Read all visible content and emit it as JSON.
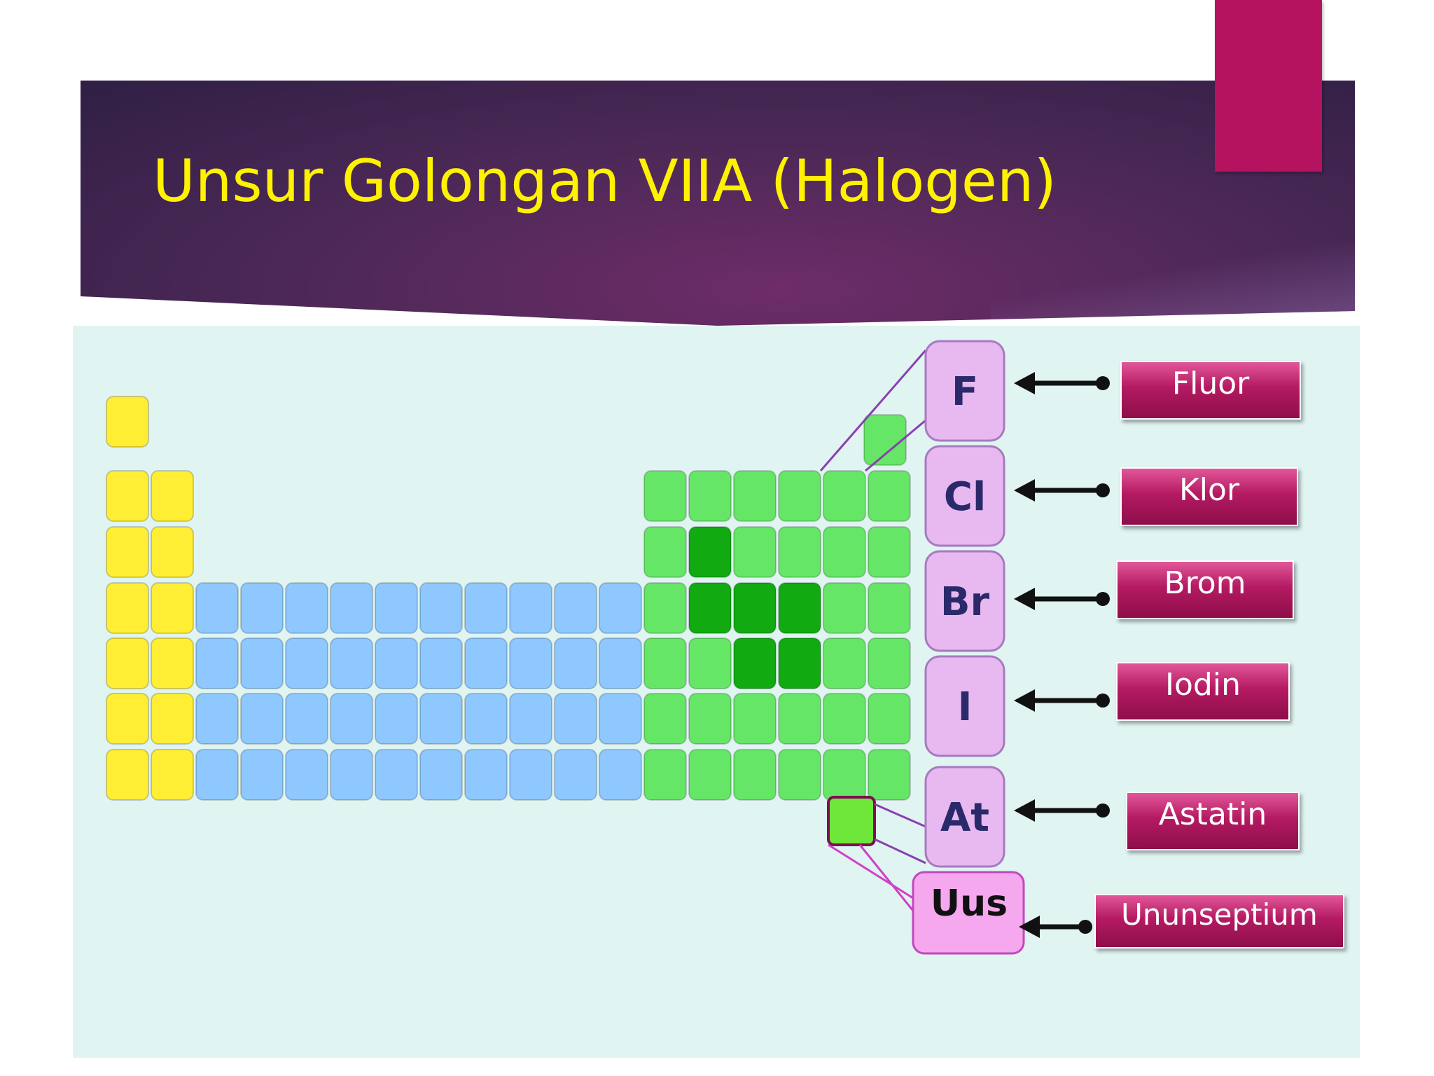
{
  "slide": {
    "title": "Unsur Golongan VIIA (Halogen)"
  },
  "elements": [
    {
      "symbol": "F",
      "name": "Fluor"
    },
    {
      "symbol": "Cl",
      "name": "Klor"
    },
    {
      "symbol": "Br",
      "name": "Brom"
    },
    {
      "symbol": "I",
      "name": "Iodin"
    },
    {
      "symbol": "At",
      "name": "Astatin"
    },
    {
      "symbol": "Uus",
      "name": "Ununseptium"
    }
  ],
  "colors": {
    "title": "#fff200",
    "s_block": "#ffee33",
    "d_block": "#8ec8ff",
    "p_block": "#66e666",
    "p_block_dark": "#11aa11",
    "halogen": "#e8b8f0",
    "uus": "#f5a8ee",
    "label": "#b41a62",
    "accent": "#b5135f"
  }
}
